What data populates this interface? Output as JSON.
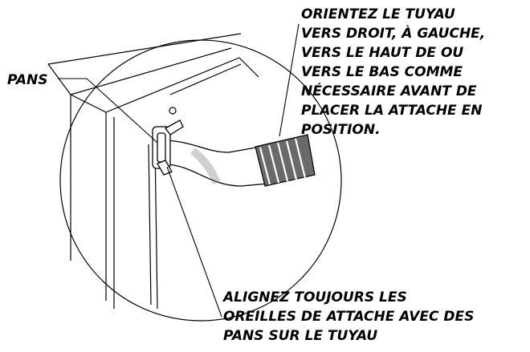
{
  "labels": {
    "pans": "PANS",
    "orient": [
      " ORIENTEZ LE TUYAU",
      "VERS DROIT, À GAUCHE,",
      "VERS LE HAUT DE OU",
      "VERS LE BAS COMME",
      "NÉCESSAIRE AVANT DE",
      "PLACER LA ATTACHE EN",
      "POSITION."
    ],
    "align": [
      " ALIGNEZ TOUJOURS LES",
      "OREILLES DE ATTACHE AVEC DES",
      "PANS SUR LE TUYAU"
    ]
  },
  "colors": {
    "ink": "#000000",
    "background": "#ffffff",
    "hose_gray": "#555555"
  }
}
